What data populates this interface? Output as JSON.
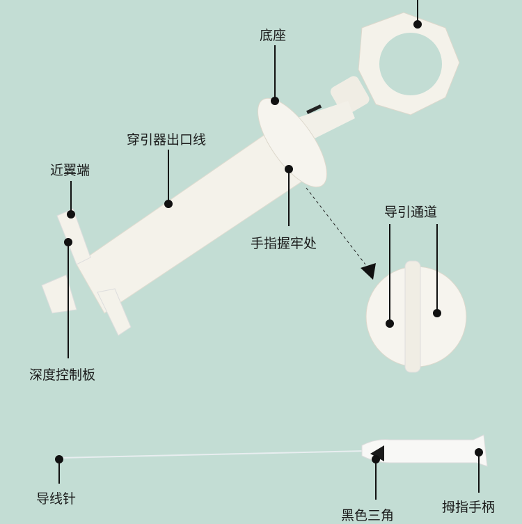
{
  "labels": {
    "base": "底座",
    "threader_exit_line": "穿引器出口线",
    "near_wing_end": "近翼端",
    "finger_grip": "手指握牢处",
    "guide_channel": "导引通道",
    "depth_control_plate": "深度控制板",
    "guide_needle": "导线针",
    "black_triangle": "黑色三角",
    "thumb_handle": "拇指手柄"
  },
  "colors": {
    "background": "#c3ddd4",
    "device": "#f4f2ea",
    "leader": "#111111"
  }
}
